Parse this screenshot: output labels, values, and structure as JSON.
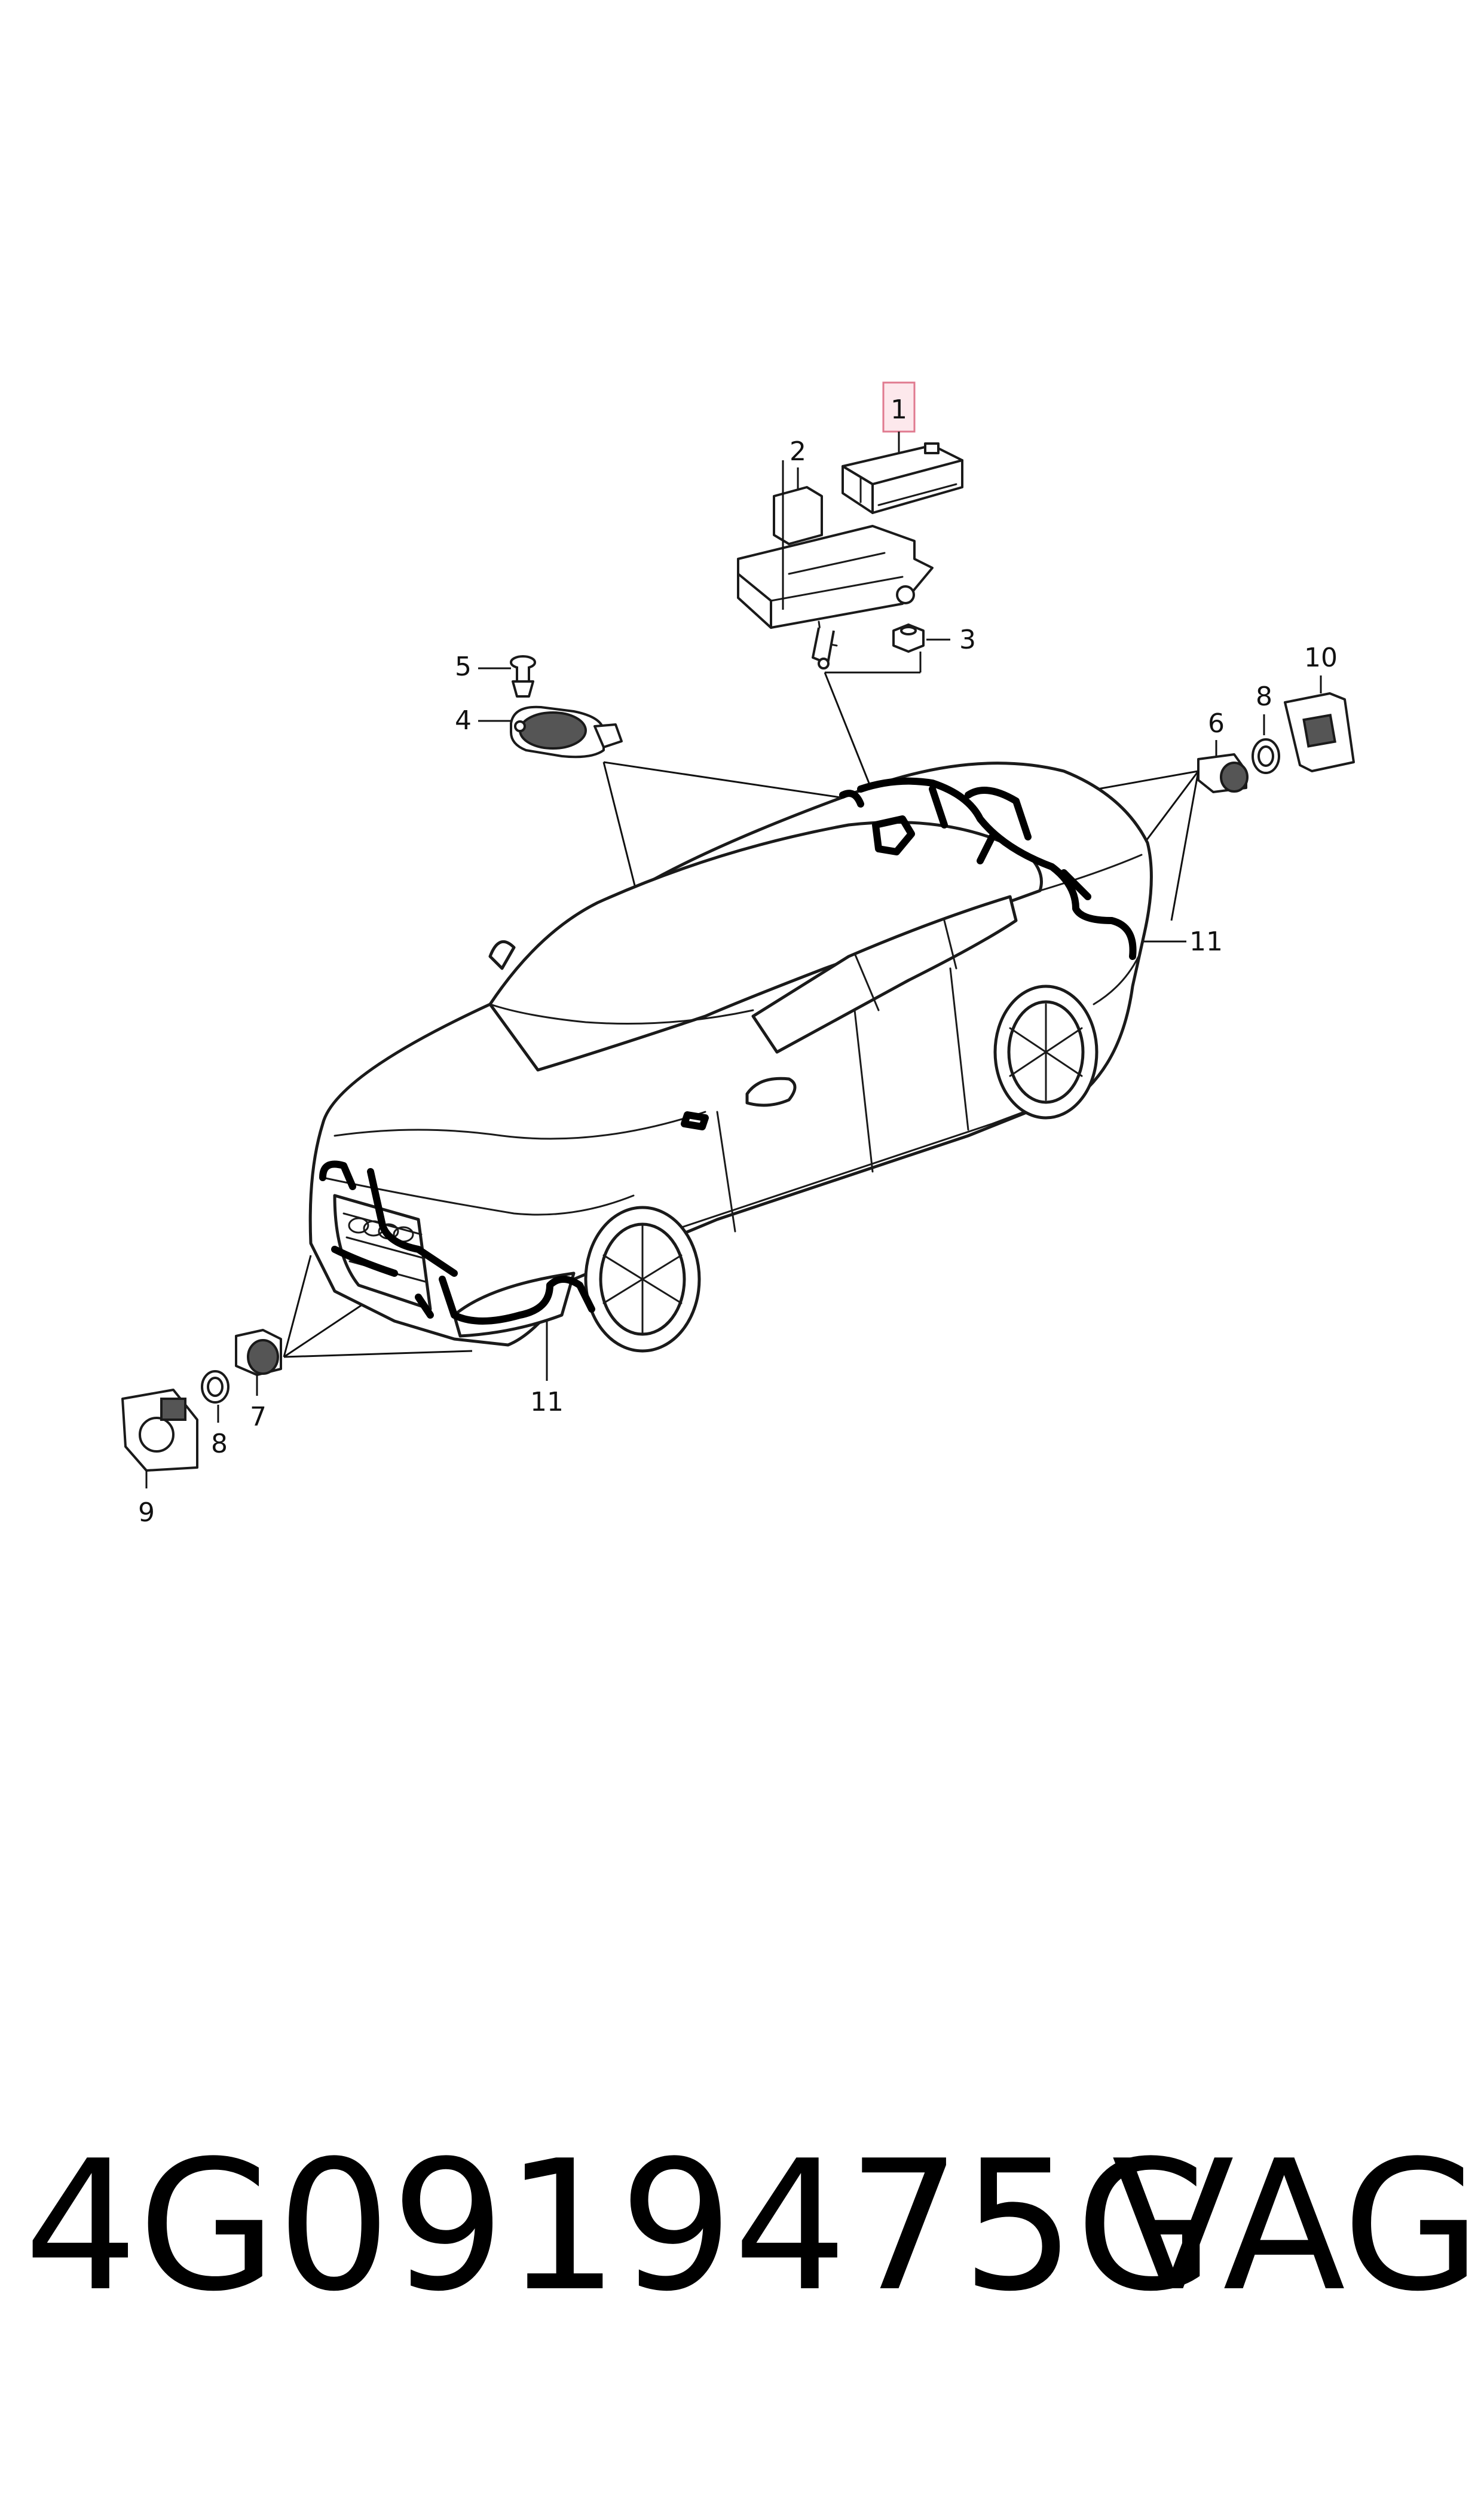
{
  "callouts": [
    {
      "id": "1",
      "label": "1",
      "highlighted": true
    },
    {
      "id": "2",
      "label": "2"
    },
    {
      "id": "3",
      "label": "3"
    },
    {
      "id": "4",
      "label": "4"
    },
    {
      "id": "5",
      "label": "5"
    },
    {
      "id": "6",
      "label": "6"
    },
    {
      "id": "7",
      "label": "7"
    },
    {
      "id": "8a",
      "label": "8"
    },
    {
      "id": "8b",
      "label": "8"
    },
    {
      "id": "9",
      "label": "9"
    },
    {
      "id": "10",
      "label": "10"
    },
    {
      "id": "11a",
      "label": "11"
    },
    {
      "id": "11b",
      "label": "11"
    }
  ],
  "footer": {
    "part_number": "4G0919475G",
    "brand": "VAG"
  },
  "colors": {
    "highlight_fill": "#fde8ec",
    "highlight_stroke": "#e07a8f",
    "line": "#111111"
  }
}
